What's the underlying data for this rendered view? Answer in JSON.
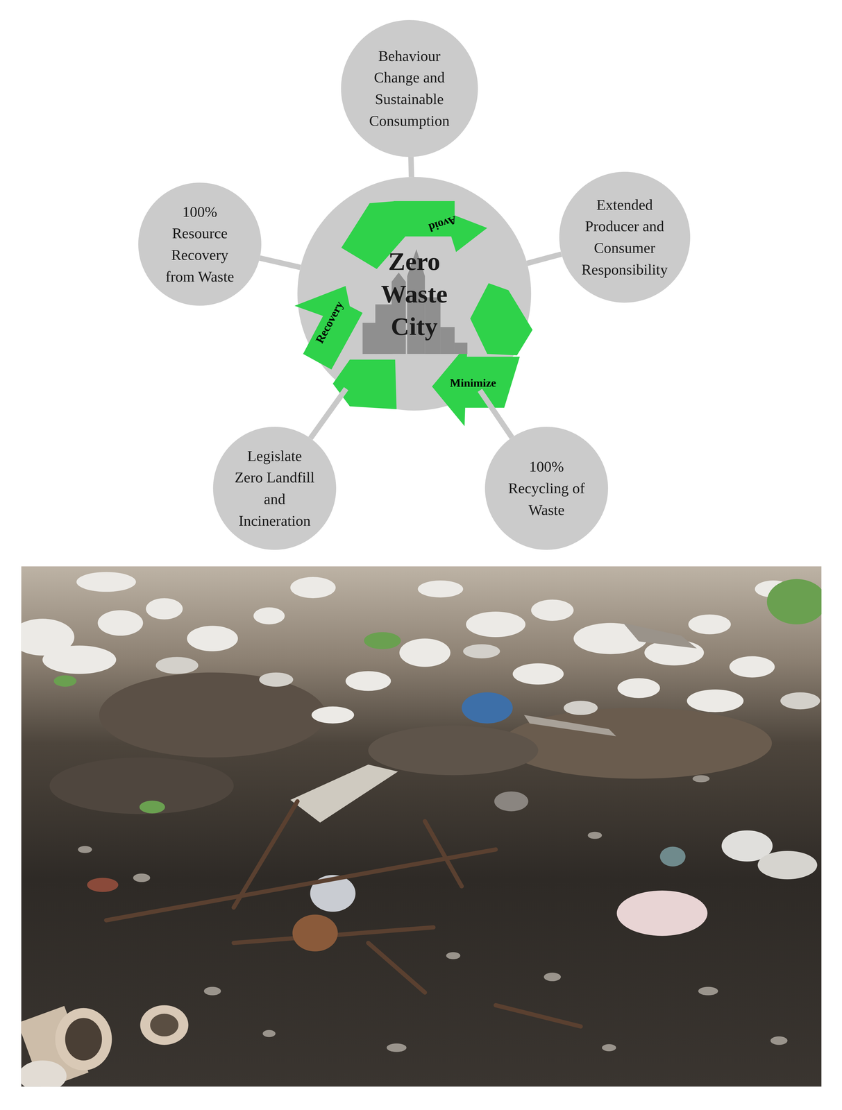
{
  "diagram": {
    "nodes": [
      {
        "text": [
          "Zero Waste City"
        ]
      },
      {
        "text": [
          "Behaviour Change and Sustainable Consumption"
        ]
      },
      {
        "text": [
          "Extended Producer and Consumer Responsibility"
        ]
      },
      {
        "text": [
          "100% Recycling of Waste"
        ]
      },
      {
        "text": [
          "Legislate Zero Landfill and Incineration"
        ]
      },
      {
        "text": [
          "100% Resource Recovery from Waste"
        ]
      }
    ],
    "edges": [
      {
        "from": 0,
        "to": 1,
        "arrow": "none"
      },
      {
        "from": 0,
        "to": 2,
        "arrow": "none"
      },
      {
        "from": 0,
        "to": 3,
        "arrow": "none"
      },
      {
        "from": 0,
        "to": 4,
        "arrow": "none"
      },
      {
        "from": 0,
        "to": 5,
        "arrow": "none"
      }
    ],
    "labels": [
      "Avoid",
      "Minimize",
      "Recovery"
    ]
  }
}
